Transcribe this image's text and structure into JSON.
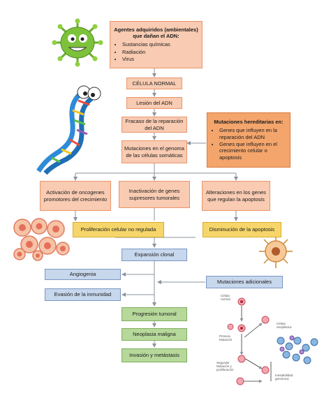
{
  "top_box": {
    "title": "Agentes adquiridos (ambientales) que dañan el ADN:",
    "items": [
      "Sustancias químicas",
      "Radiación",
      "Virus"
    ]
  },
  "normal_cell": "CÉLULA NORMAL",
  "dna_lesion": "Lesión del ADN",
  "repair_failure": "Fracaso de la reparación del ADN",
  "somatic_mutations": "Mutaciones en el genoma de las células somáticas",
  "hereditary": {
    "title": "Mutaciones hereditarias en:",
    "items": [
      "Genes que influyen en la reparación del ADN",
      "Genes que influyen en el crecimiento celular o apoptosis"
    ]
  },
  "branches": [
    "Activación de oncogenes promotores del crecimiento",
    "Inactivación de genes supresores tumorales",
    "Alteraciones en los genes que regulan la apoptosis"
  ],
  "proliferation": "Proliferación celular no regulada",
  "apoptosis_decrease": "Disminución de la apoptosis",
  "clonal_expansion": "Expansión clonal",
  "angiogenesis": "Angiogenia",
  "immune_evasion": "Evasión de la inmunidad",
  "additional_mutations": "Mutaciones adicionales",
  "tumor_progression": "Progresión tumoral",
  "malignant_neoplasm": "Neoplasia maligna",
  "invasion": "Invasión y metástasis",
  "mini_diagram": {
    "normal_cell": "Célula normal",
    "first_mutation": "Primera Mutación",
    "neoplastic_cell": "Célula neoplásica",
    "second_mutation": "Segunda Mutación y proliferación",
    "genomic_instability": "Inestabilidad genómica"
  },
  "colors": {
    "salmon": "#f8cbb2",
    "orange": "#f4a56c",
    "yellow": "#f6d66b",
    "blue": "#c7d7ec",
    "green": "#b6d89a"
  }
}
